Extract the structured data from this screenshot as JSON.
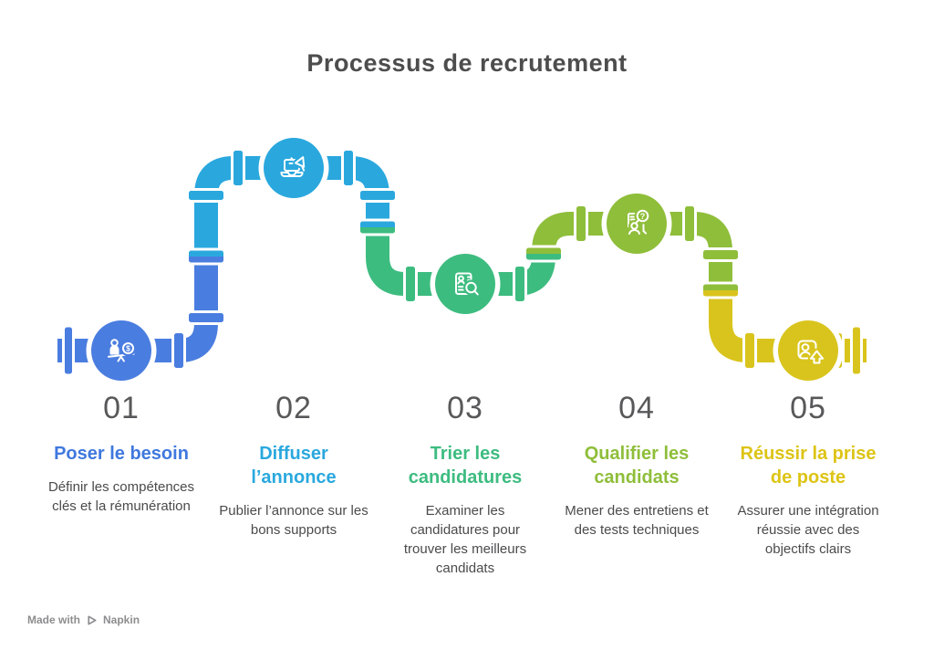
{
  "title": "Processus de recrutement",
  "steps": [
    {
      "number": "01",
      "title": "Poser le besoin",
      "description": "Définir les compétences clés et la rémunération",
      "color": "#4a7de0",
      "icon": "person-coin-balance-icon"
    },
    {
      "number": "02",
      "title": "Diffuser l’annonce",
      "description": "Publier l’annonce sur les bons supports",
      "color": "#2aa8de",
      "icon": "laptop-megaphone-icon"
    },
    {
      "number": "03",
      "title": "Trier les candidatures",
      "description": "Examiner les candidatures pour trouver les meilleurs candidats",
      "color": "#3dbc80",
      "icon": "cv-magnifier-icon"
    },
    {
      "number": "04",
      "title": "Qualifier les candidats",
      "description": "Mener des entretiens et des tests techniques",
      "color": "#8fbe3a",
      "icon": "interview-question-icon"
    },
    {
      "number": "05",
      "title": "Réussir la prise de poste",
      "description": "Assurer une intégration réussie avec des objectifs clairs",
      "color": "#d9c41d",
      "icon": "badge-up-arrow-icon"
    }
  ],
  "pipeline_colors": {
    "blue": "#4a7de0",
    "cyan": "#2aa8de",
    "green": "#3dbc80",
    "olive": "#8fbe3a",
    "yellow": "#d9c41d"
  },
  "text_colors": {
    "title": "#4d4d4d",
    "number": "#58585a",
    "description": "#4b4b4d"
  },
  "watermark": {
    "made_with": "Made with",
    "brand": "Napkin"
  }
}
